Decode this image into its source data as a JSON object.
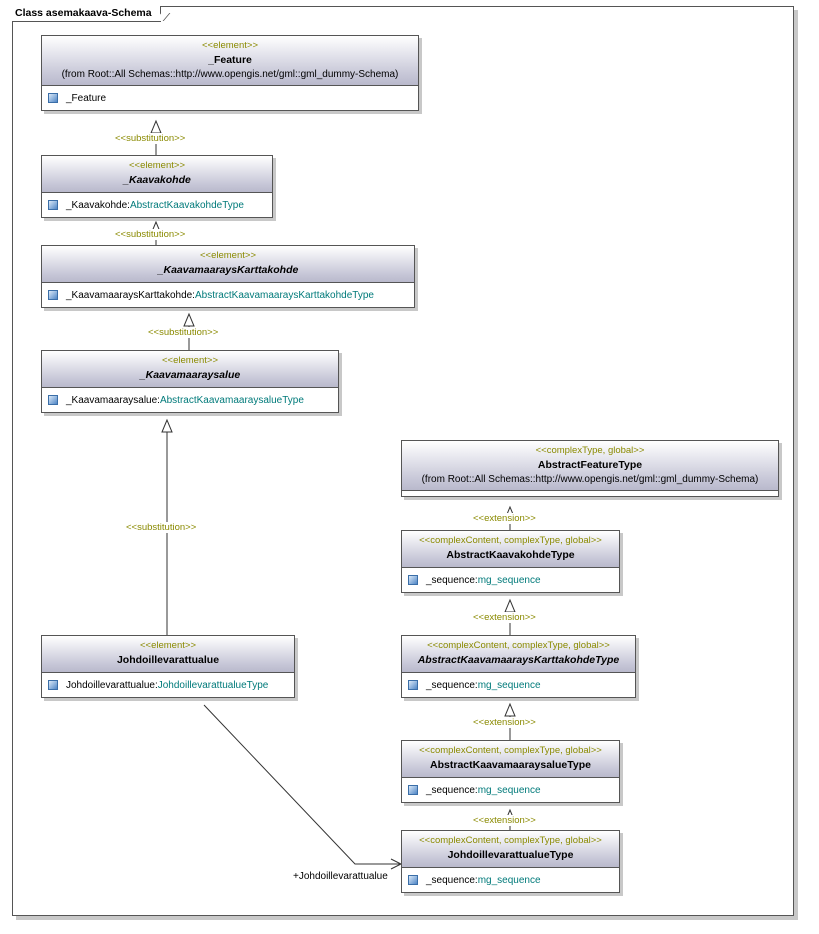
{
  "frame": {
    "title": "Class asemakaava-Schema"
  },
  "classes": {
    "feature": {
      "stereotype": "<<element>>",
      "name": "_Feature",
      "from": "(from Root::All Schemas::http://www.opengis.net/gml::gml_dummy-Schema)",
      "attr_name": "_Feature",
      "attr_type": ""
    },
    "kaavakohde": {
      "stereotype": "<<element>>",
      "name": "_Kaavakohde",
      "attr_name": "_Kaavakohde:",
      "attr_type": "AbstractKaavakohdeType"
    },
    "karttakohde": {
      "stereotype": "<<element>>",
      "name": "_KaavamaaraysKarttakohde",
      "attr_name": "_KaavamaaraysKarttakohde:",
      "attr_type": "AbstractKaavamaaraysKarttakohdeType"
    },
    "kaavamaaraysalue": {
      "stereotype": "<<element>>",
      "name": "_Kaavamaaraysalue",
      "attr_name": "_Kaavamaaraysalue:",
      "attr_type": "AbstractKaavamaaraysalueType"
    },
    "johdoille": {
      "stereotype": "<<element>>",
      "name": "Johdoillevarattualue",
      "attr_name": "Johdoillevarattualue:",
      "attr_type": "JohdoillevarattualueType"
    },
    "abstract_feature_type": {
      "stereotype": "<<complexType, global>>",
      "name": "AbstractFeatureType",
      "from": "(from Root::All Schemas::http://www.opengis.net/gml::gml_dummy-Schema)"
    },
    "abstract_kaavakohde_type": {
      "stereotype": "<<complexContent, complexType, global>>",
      "name": "AbstractKaavakohdeType",
      "attr_name": "_sequence:",
      "attr_type": "mg_sequence"
    },
    "abstract_karttakohde_type": {
      "stereotype": "<<complexContent, complexType, global>>",
      "name": "AbstractKaavamaaraysKarttakohdeType",
      "attr_name": "_sequence:",
      "attr_type": "mg_sequence"
    },
    "abstract_alue_type": {
      "stereotype": "<<complexContent, complexType, global>>",
      "name": "AbstractKaavamaaraysalueType",
      "attr_name": "_sequence:",
      "attr_type": "mg_sequence"
    },
    "johdoille_type": {
      "stereotype": "<<complexContent, complexType, global>>",
      "name": "JohdoillevarattualueType",
      "attr_name": "_sequence:",
      "attr_type": "mg_sequence"
    }
  },
  "relations": {
    "substitution": "<<substitution>>",
    "extension": "<<extension>>",
    "association_role": "+Johdoillevarattualue"
  },
  "colors": {
    "stereotype": "#8a8a00",
    "type_ref": "#007a7a",
    "header_gradient_end": "#b9b9cc",
    "line": "#333333"
  }
}
